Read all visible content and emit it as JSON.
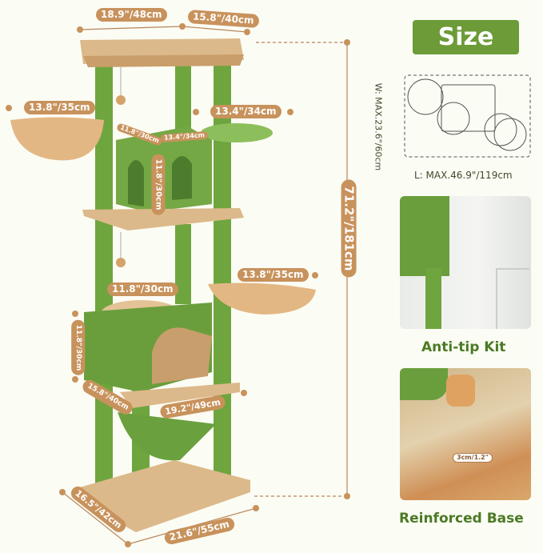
{
  "colors": {
    "background": "#fbfcf4",
    "label": "#c8925c",
    "pole_green": "#6fa53e",
    "platform_tan": "#dcb98a",
    "badge_green": "#6c9b37",
    "caption_green": "#4b7a25"
  },
  "dimensions": {
    "top_perch_length": "18.9\"/48cm",
    "top_perch_width": "15.8\"/40cm",
    "left_basket": "13.8\"/35cm",
    "right_platform": "13.4\"/34cm",
    "condo_depth": "11.8\"/30cm",
    "condo_width": "13.4\"/34cm",
    "condo_height": "11.8\"/30cm",
    "total_height": "71.2\"/181cm",
    "round_platform": "11.8\"/30cm",
    "right_basket": "13.8\"/35cm",
    "lower_condo_height": "11.8\"/30cm",
    "lower_platform_depth": "15.8\"/40cm",
    "lower_platform_width": "19.2\"/49cm",
    "base_depth": "16.5\"/42cm",
    "base_width": "21.6\"/55cm"
  },
  "size_panel": {
    "title": "Size",
    "width": "W: MAX.23.6\"/60cm",
    "length": "L: MAX.46.9\"/119cm"
  },
  "features": [
    {
      "caption": "Anti-tip Kit"
    },
    {
      "caption": "Reinforced Base",
      "callout": "3cm/1.2\""
    }
  ]
}
